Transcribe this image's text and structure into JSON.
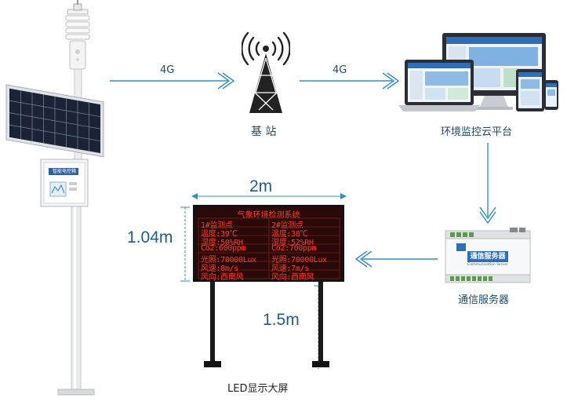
{
  "flow": {
    "arrow1_label": "4G",
    "arrow2_label": "4G",
    "base_station_label": "基 站",
    "cloud_platform_label": "环境监控云平台",
    "server_label": "通信服务器",
    "server_logo_text": "通信服务器",
    "server_logo_sub": "Communication Server",
    "led_screen_label": "LED显示大屏",
    "control_box_label": "智能电控箱"
  },
  "dimensions": {
    "width_label": "2m",
    "height_label": "1.04m",
    "pole_height_label": "1.5m"
  },
  "led_board": {
    "title": "气象环境检测系统",
    "left_col": [
      "1#监测点",
      "温度:39℃",
      "湿度:50%RH",
      "Co2:600ppm",
      "光照:70000Lux",
      "风速:8m/s",
      "风向:西南风"
    ],
    "right_col": [
      "2#监测点",
      "温度:38℃",
      "湿度:52%RH",
      "Co2:700ppm",
      "光照:70000Lux",
      "风速:7m/s",
      "风向:西南风"
    ]
  },
  "colors": {
    "arrow": "#2f90c7",
    "led_background": "#2a0a08",
    "led_text": "#ff3b2a",
    "dimension_line": "#2f90c7"
  }
}
